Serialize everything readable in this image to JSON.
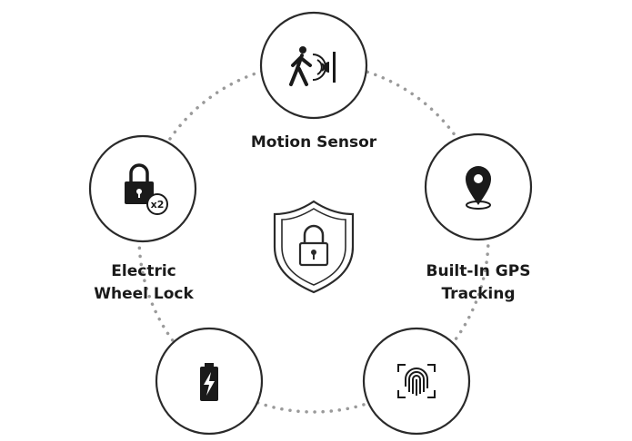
{
  "center": {
    "icon": "shield-lock-icon"
  },
  "features": [
    {
      "label_lines": [
        "Motion Sensor"
      ],
      "icon": "motion-sensor-icon"
    },
    {
      "label_lines": [
        "Built-In GPS",
        "Tracking"
      ],
      "icon": "map-pin-icon"
    },
    {
      "label_lines": [],
      "icon": "fingerprint-icon"
    },
    {
      "label_lines": [],
      "icon": "battery-charging-icon"
    },
    {
      "label_lines": [
        "Electric",
        "Wheel Lock"
      ],
      "icon": "padlock-x2-icon",
      "badge": "x2"
    }
  ],
  "colors": {
    "stroke": "#2a2a2a",
    "dots": "#9a9a9a"
  }
}
